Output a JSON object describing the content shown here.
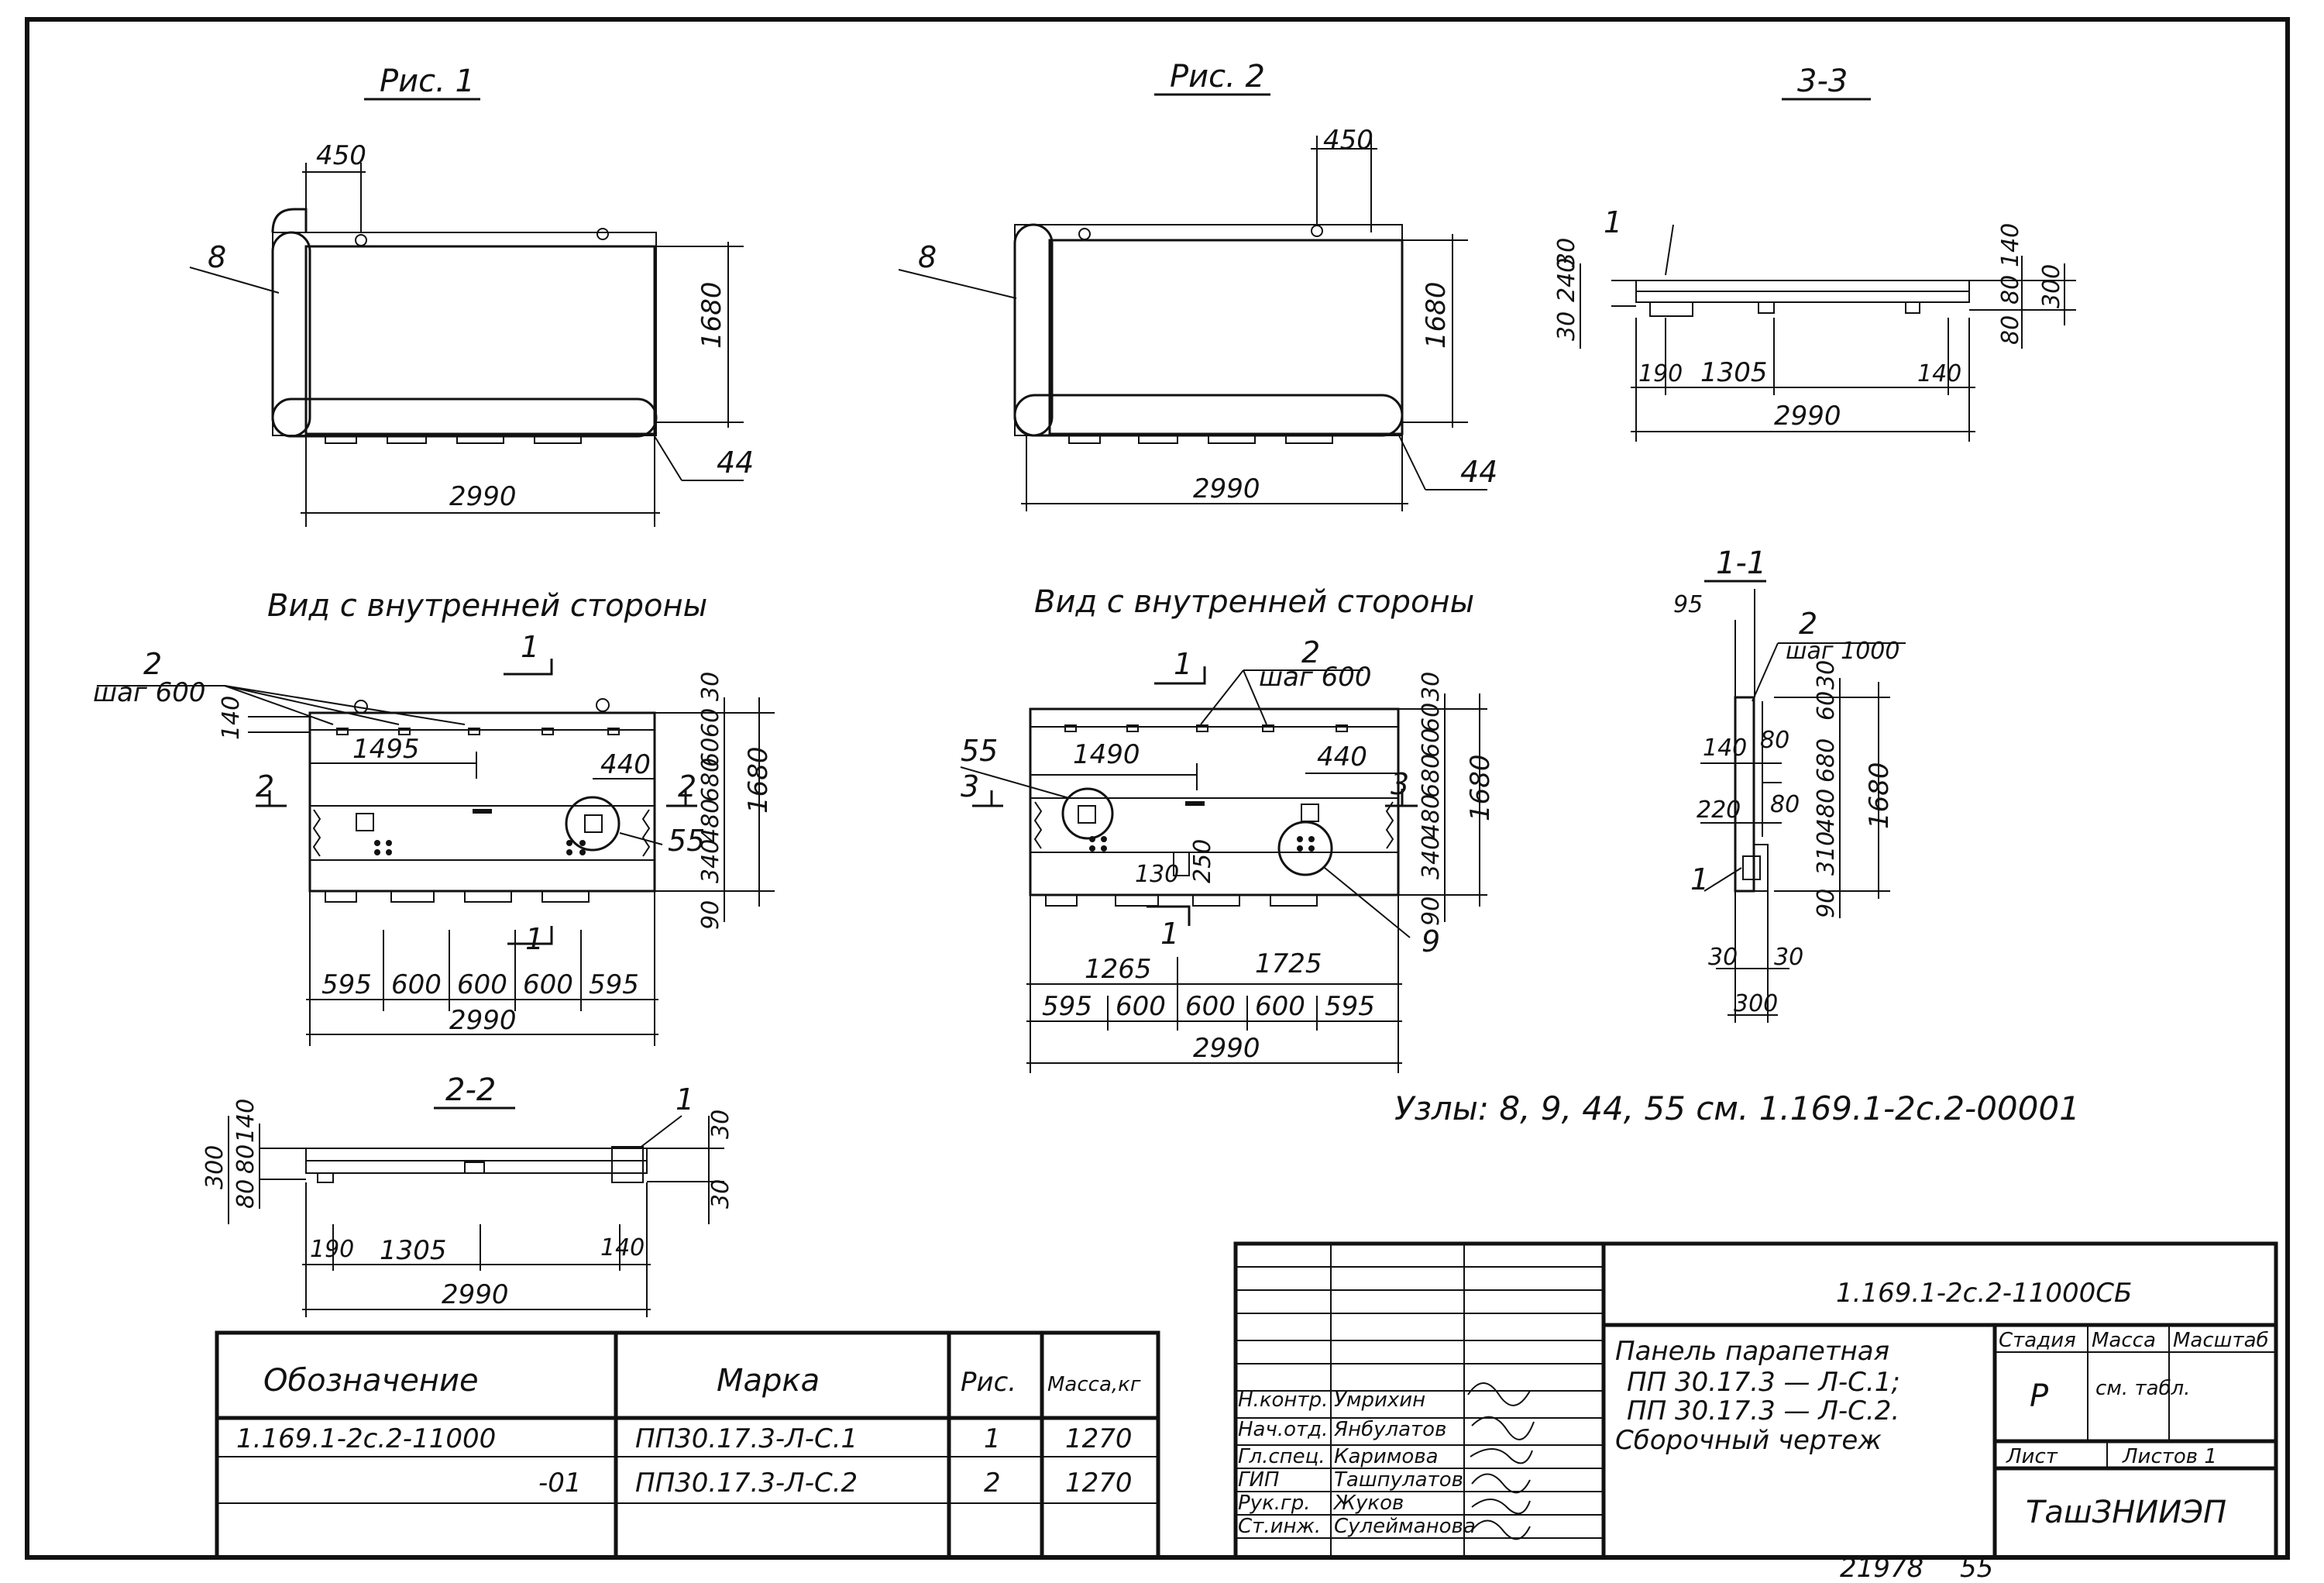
{
  "views": {
    "fig1": {
      "title": "Рис. 1",
      "callout_8": "8",
      "callout_44": "44",
      "dim_top": "450",
      "dim_height": "1680",
      "dim_width": "2990"
    },
    "fig2": {
      "title": "Рис. 2",
      "callout_8": "8",
      "callout_44": "44",
      "dim_top": "450",
      "dim_height": "1680",
      "dim_width": "2990"
    },
    "section_33": {
      "title": "3-3",
      "callout": "1",
      "dims_left": [
        "30",
        "240",
        "30"
      ],
      "dims_right": [
        "140",
        "80",
        "80",
        "300"
      ],
      "dim_190": "190",
      "dim_1305": "1305",
      "dim_140": "140",
      "dim_width": "2990"
    },
    "inner_view_1": {
      "title": "Вид с внутренней стороны",
      "callout_2": "2",
      "pitch": "шаг 600",
      "dim_140": "140",
      "dim_1495": "1495",
      "dim_440": "440",
      "cut_1": "1",
      "cut_2": "2",
      "callout_55": "55",
      "right_dims": [
        "30",
        "60",
        "60",
        "680",
        "480",
        "340",
        "90"
      ],
      "dim_height": "1680",
      "bottom_dims": [
        "595",
        "600",
        "600",
        "600",
        "595"
      ],
      "dim_width": "2990"
    },
    "inner_view_2": {
      "title": "Вид с внутренней стороны",
      "callout_2": "2",
      "pitch": "шаг 600",
      "dim_1490": "1490",
      "dim_440": "440",
      "callout_55": "55",
      "cut_1": "1",
      "cut_3": "3",
      "dim_130": "130",
      "dim_250": "250",
      "callout_9": "9",
      "right_dims": [
        "30",
        "60",
        "60",
        "680",
        "480",
        "340",
        "90"
      ],
      "dim_height": "1680",
      "dim_1265": "1265",
      "dim_1725": "1725",
      "bottom_dims": [
        "595",
        "600",
        "600",
        "600",
        "595"
      ],
      "dim_width": "2990"
    },
    "section_11": {
      "title": "1-1",
      "dim_95": "95",
      "callout_2": "2",
      "pitch": "шаг 1000",
      "dim_140": "140",
      "dim_80a": "80",
      "dim_220": "220",
      "dim_80b": "80",
      "callout_1": "1",
      "right_dims": [
        "30",
        "60",
        "680",
        "480",
        "310",
        "90"
      ],
      "dim_height": "1680",
      "dim_30a": "30",
      "dim_30b": "30",
      "dim_300": "300"
    },
    "section_22": {
      "title": "2-2",
      "callout_1": "1",
      "dims_left": [
        "140",
        "80",
        "80",
        "300"
      ],
      "dims_right": [
        "30",
        "30"
      ],
      "dim_190": "190",
      "dim_1305": "1305",
      "dim_140": "140",
      "dim_width": "2990"
    }
  },
  "nodes_note": "Узлы: 8, 9,     44,     55  см. 1.169.1-2с.2-00001",
  "spec_table": {
    "headers": [
      "Обозначение",
      "Марка",
      "Рис.",
      "Масса,кг"
    ],
    "rows": [
      {
        "designation": "1.169.1-2с.2-11000",
        "mark": "ПП30.17.3-Л-С.1",
        "fig": "1",
        "mass": "1270"
      },
      {
        "designation": "-01",
        "mark": "ПП30.17.3-Л-С.2",
        "fig": "2",
        "mass": "1270"
      }
    ]
  },
  "title_block": {
    "doc_code": "1.169.1-2с.2-11000СБ",
    "name_lines": [
      "Панель парапетная",
      "ПП 30.17.3 — Л-С.1;",
      "ПП 30.17.3 — Л-С.2.",
      "Сборочный чертеж"
    ],
    "stage_label": "Стадия",
    "mass_label": "Масса",
    "scale_label": "Масштаб",
    "stage_value": "Р",
    "mass_value": "см. табл.",
    "sheet_label": "Лист",
    "sheets_label": "Листов 1",
    "organization": "ТашЗНИИЭП",
    "signatures": [
      {
        "role": "Н.контр.",
        "name": "Умрихин"
      },
      {
        "role": "Нач.отд.",
        "name": "Янбулатов"
      },
      {
        "role": "Гл.спец.",
        "name": "Каримова"
      },
      {
        "role": "ГИП",
        "name": "Ташпулатов"
      },
      {
        "role": "Рук.гр.",
        "name": "Жуков"
      },
      {
        "role": "Ст.инж.",
        "name": "Сулейманова"
      }
    ]
  },
  "footer": {
    "inventory": "21978",
    "page": "55"
  }
}
